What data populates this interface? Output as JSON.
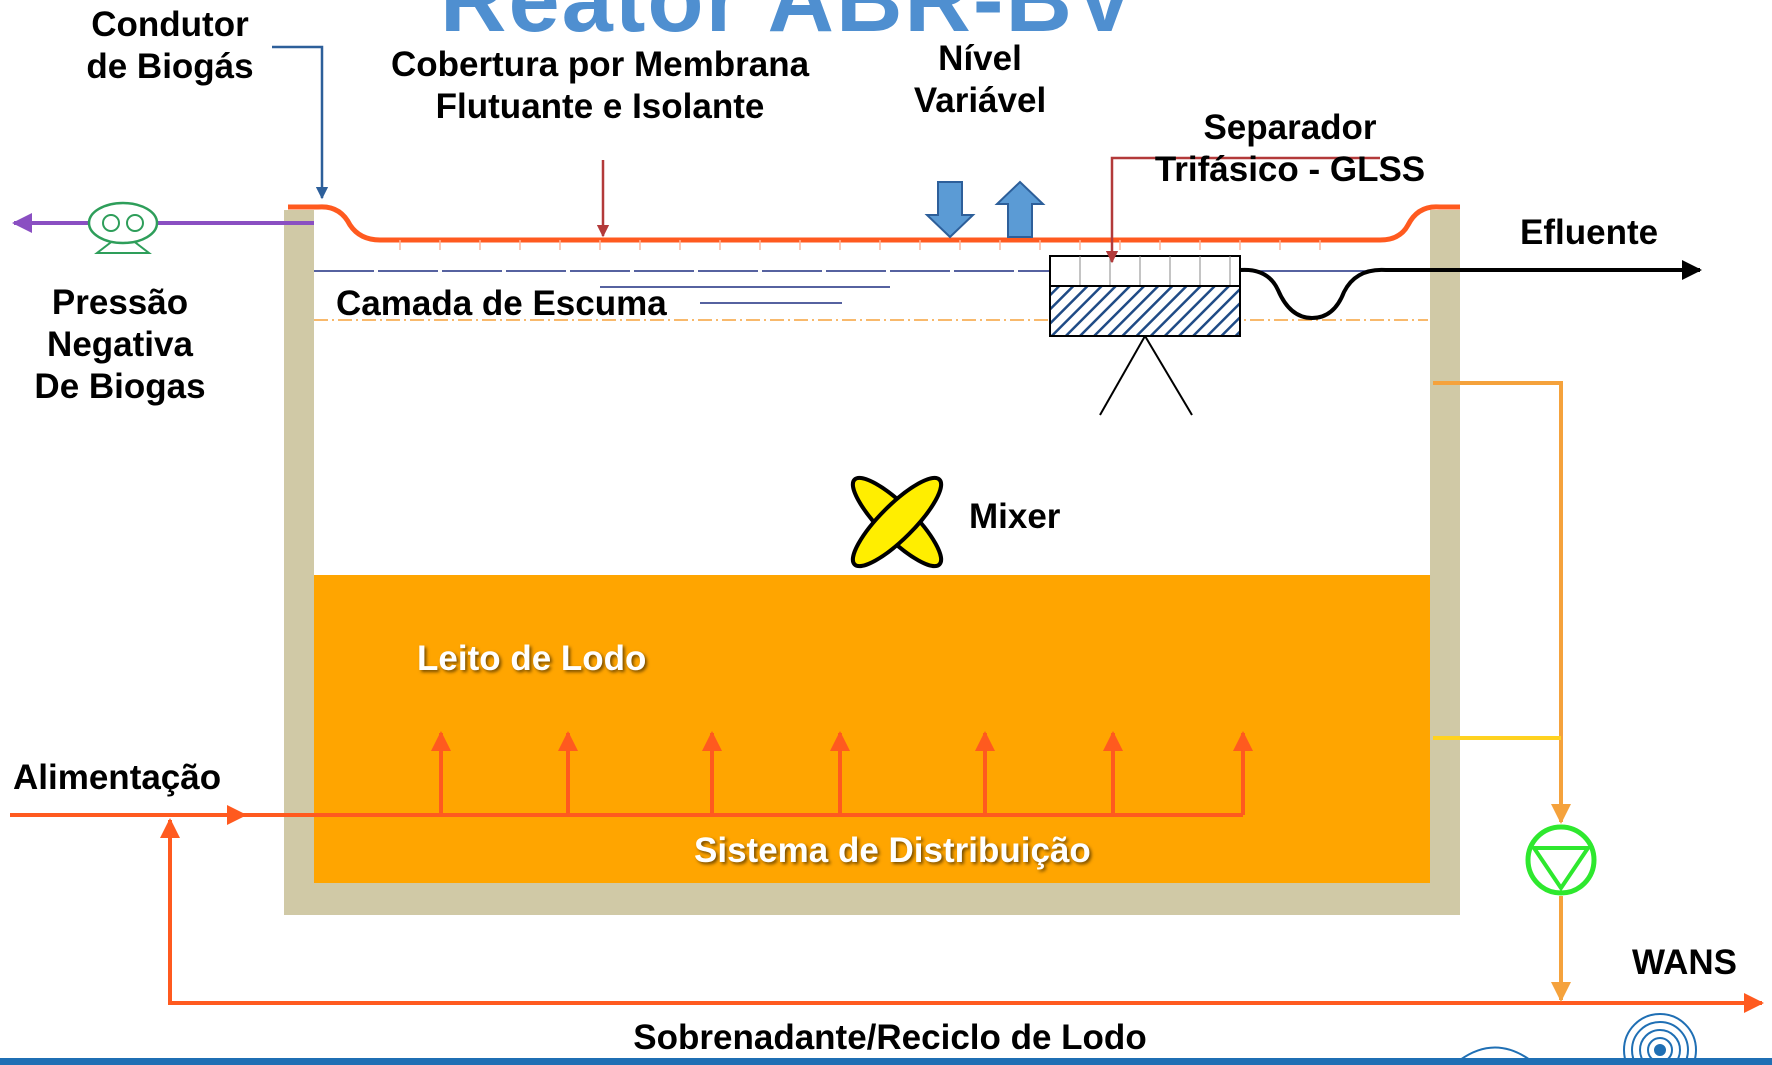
{
  "title": "Reator ABR-BV",
  "labels": {
    "condutor_line1": "Condutor",
    "condutor_line2": "de Biogás",
    "cobertura_line1": "Cobertura por Membrana",
    "cobertura_line2": "Flutuante e Isolante",
    "nivel_line1": "Nível",
    "nivel_line2": "Variável",
    "separador_line1": "Separador",
    "separador_line2": "Trifásico - GLSS",
    "efluente": "Efluente",
    "pressao_line1": "Pressão",
    "pressao_line2": "Negativa",
    "pressao_line3": "De Biogas",
    "escuma": "Camada de Escuma",
    "mixer": "Mixer",
    "leito": "Leito de Lodo",
    "alimentacao": "Alimentação",
    "distribuicao": "Sistema de Distribuição",
    "wans": "WANS",
    "sobrenadante": "Sobrenadante/Reciclo de Lodo"
  },
  "colors": {
    "tank_wall": "#d0c9a6",
    "sludge": "#ffa500",
    "membrane": "#ff5a1f",
    "feed_line": "#ff5a1f",
    "recycle_line": "#f5a23c",
    "yellow_line": "#ffd21f",
    "biogas_line": "#8a4fc2",
    "pump": "#2ee82e",
    "blower": "#2e9e5a",
    "level_arrow": "#5b9bd5",
    "mixer": "#ffee00",
    "scum_line": "#1f2f80",
    "pointer_red": "#b33a3a",
    "pointer_blue": "#2d5f9a",
    "title": "#4f8fd0"
  },
  "icons": [
    "biogas-blower-icon",
    "pump-icon",
    "mixer-icon",
    "level-down-arrow-icon",
    "level-up-arrow-icon",
    "logo-spiral-icon"
  ]
}
